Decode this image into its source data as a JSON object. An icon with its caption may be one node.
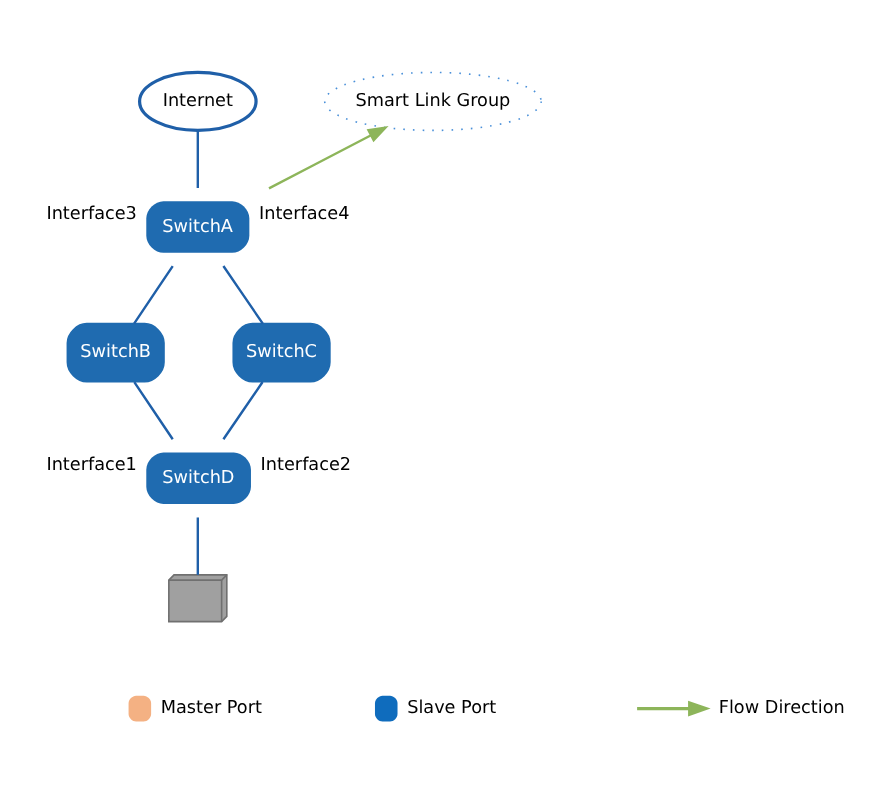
{
  "diagram": {
    "nodes": [
      {
        "text": [
          "Internet"
        ]
      },
      {
        "text": [
          "SwitchA"
        ],
        "beside": [
          "Interface3",
          "Interface4"
        ]
      },
      {
        "text": [
          "SwitchB"
        ]
      },
      {
        "text": [
          "SwitchC"
        ]
      },
      {
        "text": [
          "Smart Link Group"
        ]
      },
      {
        "text": [
          "SwitchD"
        ],
        "beside": [
          "Interface1",
          "Interface2"
        ]
      },
      {
        "text": [],
        "shape": "computer"
      }
    ],
    "edges": [
      {
        "from": 0,
        "to": 1,
        "arrow": "none"
      },
      {
        "from": 1,
        "to": 2,
        "arrow": "none"
      },
      {
        "from": 1,
        "to": 3,
        "arrow": "none"
      },
      {
        "from": 2,
        "to": 5,
        "arrow": "none"
      },
      {
        "from": 3,
        "to": 5,
        "arrow": "none"
      },
      {
        "from": 5,
        "to": 6,
        "arrow": "none"
      },
      {
        "from": 1,
        "to": 4,
        "arrow": "to",
        "color": "#8db55a"
      }
    ],
    "legend": [
      {
        "text": "Master Port",
        "color": "#f4b183"
      },
      {
        "text": "Slave Port",
        "color": "#0f6cbd"
      },
      {
        "text": "Flow Direction"
      }
    ]
  }
}
